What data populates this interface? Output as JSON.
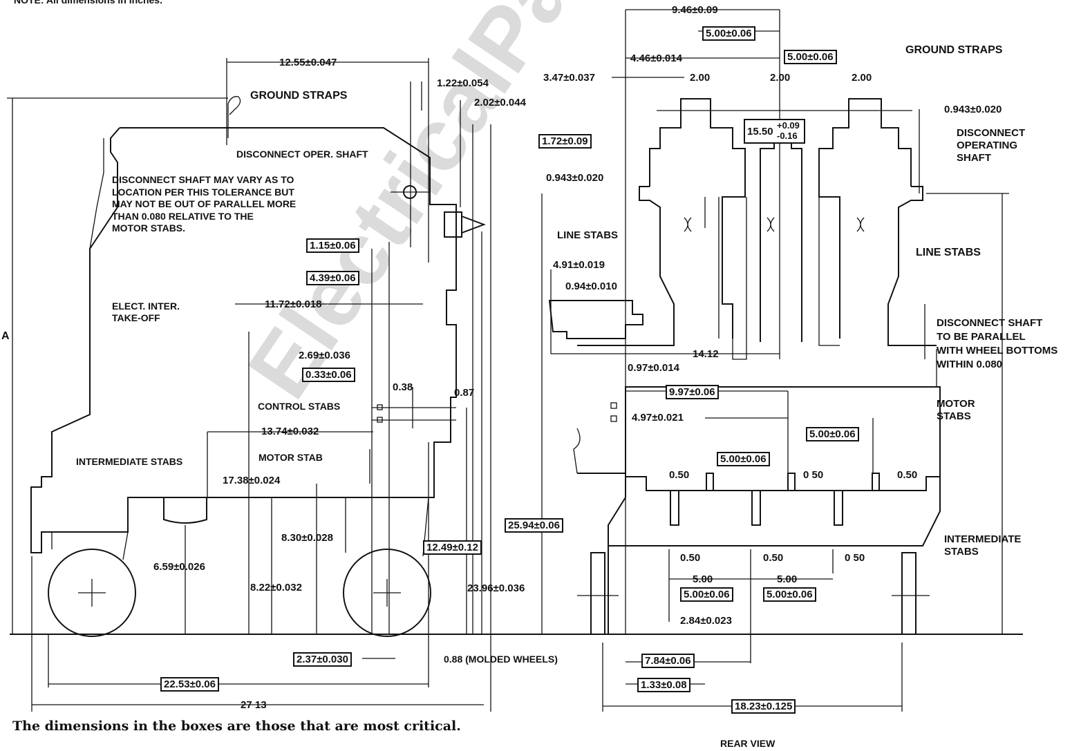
{
  "note": "NOTE: All dimensions in inches.",
  "caption": "The dimensions in the boxes are those that are most critical.",
  "rear_view_title": "REAR VIEW",
  "watermark": "ElectricalPartManuals",
  "labels": {
    "ground_straps_left": "GROUND STRAPS",
    "disconnect_oper_shaft": "DISCONNECT OPER. SHAFT",
    "disconnect_note": "DISCONNECT SHAFT MAY VARY AS TO\nLOCATION PER THIS TOLERANCE BUT\nMAY NOT BE OUT OF PARALLEL MORE\nTHAN 0.080 RELATIVE TO THE\nMOTOR STABS.",
    "elect_inter": "ELECT. INTER.\nTAKE-OFF",
    "control_stabs": "CONTROL STABS",
    "motor_stab": "MOTOR STAB",
    "intermediate_stabs_left": "INTERMEDIATE STABS",
    "line_stabs_left": "LINE STABS",
    "ground_straps_right": "GROUND STRAPS",
    "disconnect_operating_shaft": "DISCONNECT\nOPERATING\nSHAFT",
    "line_stabs_right": "LINE STABS",
    "disconnect_parallel": "DISCONNECT SHAFT\nTO BE PARALLEL\nWITH WHEEL BOTTOMS\nWITHIN 0.080",
    "motor_stabs": "MOTOR\nSTABS",
    "intermediate_stabs_right": "INTERMEDIATE\nSTABS",
    "a_label": "A"
  },
  "dims": {
    "d12_55": "12.55±0.047",
    "d1_22": "1.22±0.054",
    "d2_02": "2.02±0.044",
    "d1_15": "1.15±0.06",
    "d4_39": "4.39±0.06",
    "d11_72": "11.72±0.018",
    "d2_69": "2.69±0.036",
    "d0_33": "0.33±0.06",
    "d0_38": "0.38",
    "d0_87": "0.87",
    "d13_74": "13.74±0.032",
    "d17_38": "17.38±0.024",
    "d8_30": "8.30±0.028",
    "d6_59": "6.59±0.026",
    "d8_22": "8.22±0.032",
    "d12_49": "12.49±0.12",
    "d25_94": "25.94±0.06",
    "d23_96": "23.96±0.036",
    "d2_37": "2.37±0.030",
    "d0_88": "0.88 (MOLDED WHEELS)",
    "d22_53": "22.53±0.06",
    "d27_13": "27 13",
    "d9_46": "9.46±0.09",
    "d5_00_top": "5.00±0.06",
    "d4_46": "4.46±0.014",
    "d5_00_top2": "5.00±0.06",
    "d3_47": "3.47±0.037",
    "d2_00_a": "2.00",
    "d2_00_b": "2.00",
    "d2_00_c": "2.00",
    "d0_943_right": "0.943±0.020",
    "d1_72": "1.72±0.09",
    "d15_50": "15.50",
    "d15_50_tol": "+0.09\n-0.16",
    "d0_943_left": "0.943±0.020",
    "d4_91": "4.91±0.019",
    "d0_94": "0.94±0.010",
    "d14_12": "14.12",
    "d0_97": "0.97±0.014",
    "d9_97": "9.97±0.06",
    "d4_97": "4.97±0.021",
    "d5_00_mid": "5.00±0.06",
    "d5_00_motor": "5.00±0.06",
    "d0_50_a": "0.50",
    "d0_50_b": "0 50",
    "d0_50_c": "0.50",
    "d0_50_d": "0.50",
    "d0_50_e": "0.50",
    "d0_50_f": "0 50",
    "d5_00_p1": "5.00",
    "d5_00_p2": "5.00",
    "d5_00_b1": "5.00±0.06",
    "d5_00_b2": "5.00±0.06",
    "d2_84": "2.84±0.023",
    "d7_84": "7.84±0.06",
    "d1_33": "1.33±0.08",
    "d18_23": "18.23±0.125"
  }
}
